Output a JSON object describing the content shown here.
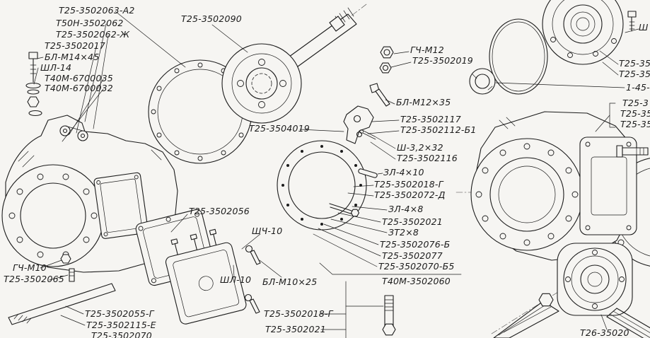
{
  "colors": {
    "paper": "#f6f5f2",
    "ink": "#1c1c1c"
  },
  "labels": [
    "Т25-3502063-А2",
    "Т50Н-3502062",
    "Т25-3502062-Ж",
    "Т25-3502017",
    "БЛ-М14×45",
    "ШЛ-14",
    "Т40М-6700035",
    "Т40М-6700032",
    "Т25-3502090",
    "ГЧ-М12",
    "Т25-3502019",
    "БЛ-М12×35",
    "Т25-3502117",
    "Т25-3502112-Б1",
    "Т25-3504019",
    "Ш-3,2×32",
    "Т25-3502116",
    "ЗЛ-4×10",
    "Т25-3502018-Г",
    "Т25-3502072-Д",
    "ЗЛ-4×8",
    "Т25-3502021",
    "ЗТ2×8",
    "Т25-3502076-Б",
    "Т25-3502077",
    "Т25-3502070-Б5",
    "Т40М-3502060",
    "Т25-3502056",
    "ШЧ-10",
    "ШЛ-10",
    "БЛ-М10×25",
    "ГЧ-М10",
    "Т25-3502065",
    "Т25-3502055-Г",
    "Т25-3502115-Е",
    "Т25-3502070",
    "Т25-3502018-Г",
    "Т25-3502021",
    "Ш",
    "Т25-35",
    "Т25-350",
    "1-45-",
    "Т25-3",
    "Т25-35",
    "Т25-35",
    "Т26-35020"
  ]
}
